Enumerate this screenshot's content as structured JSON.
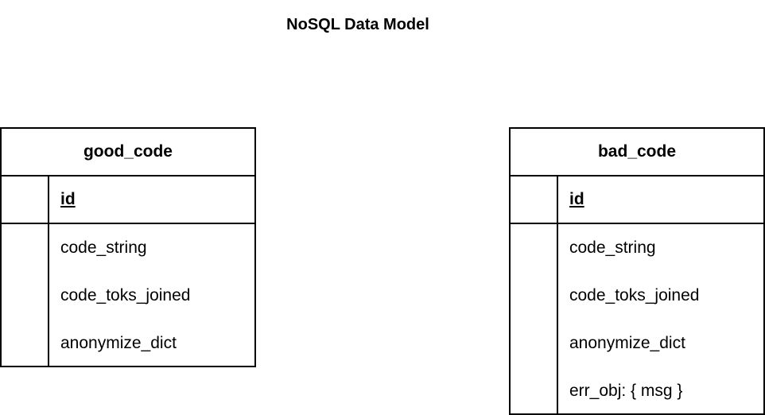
{
  "diagram": {
    "title": "NoSQL Data Model",
    "entities": [
      {
        "name": "good_code",
        "primary_key": "id",
        "fields": [
          "code_string",
          "code_toks_joined",
          "anonymize_dict"
        ]
      },
      {
        "name": "bad_code",
        "primary_key": "id",
        "fields": [
          "code_string",
          "code_toks_joined",
          "anonymize_dict",
          "err_obj: { msg }"
        ]
      }
    ]
  }
}
